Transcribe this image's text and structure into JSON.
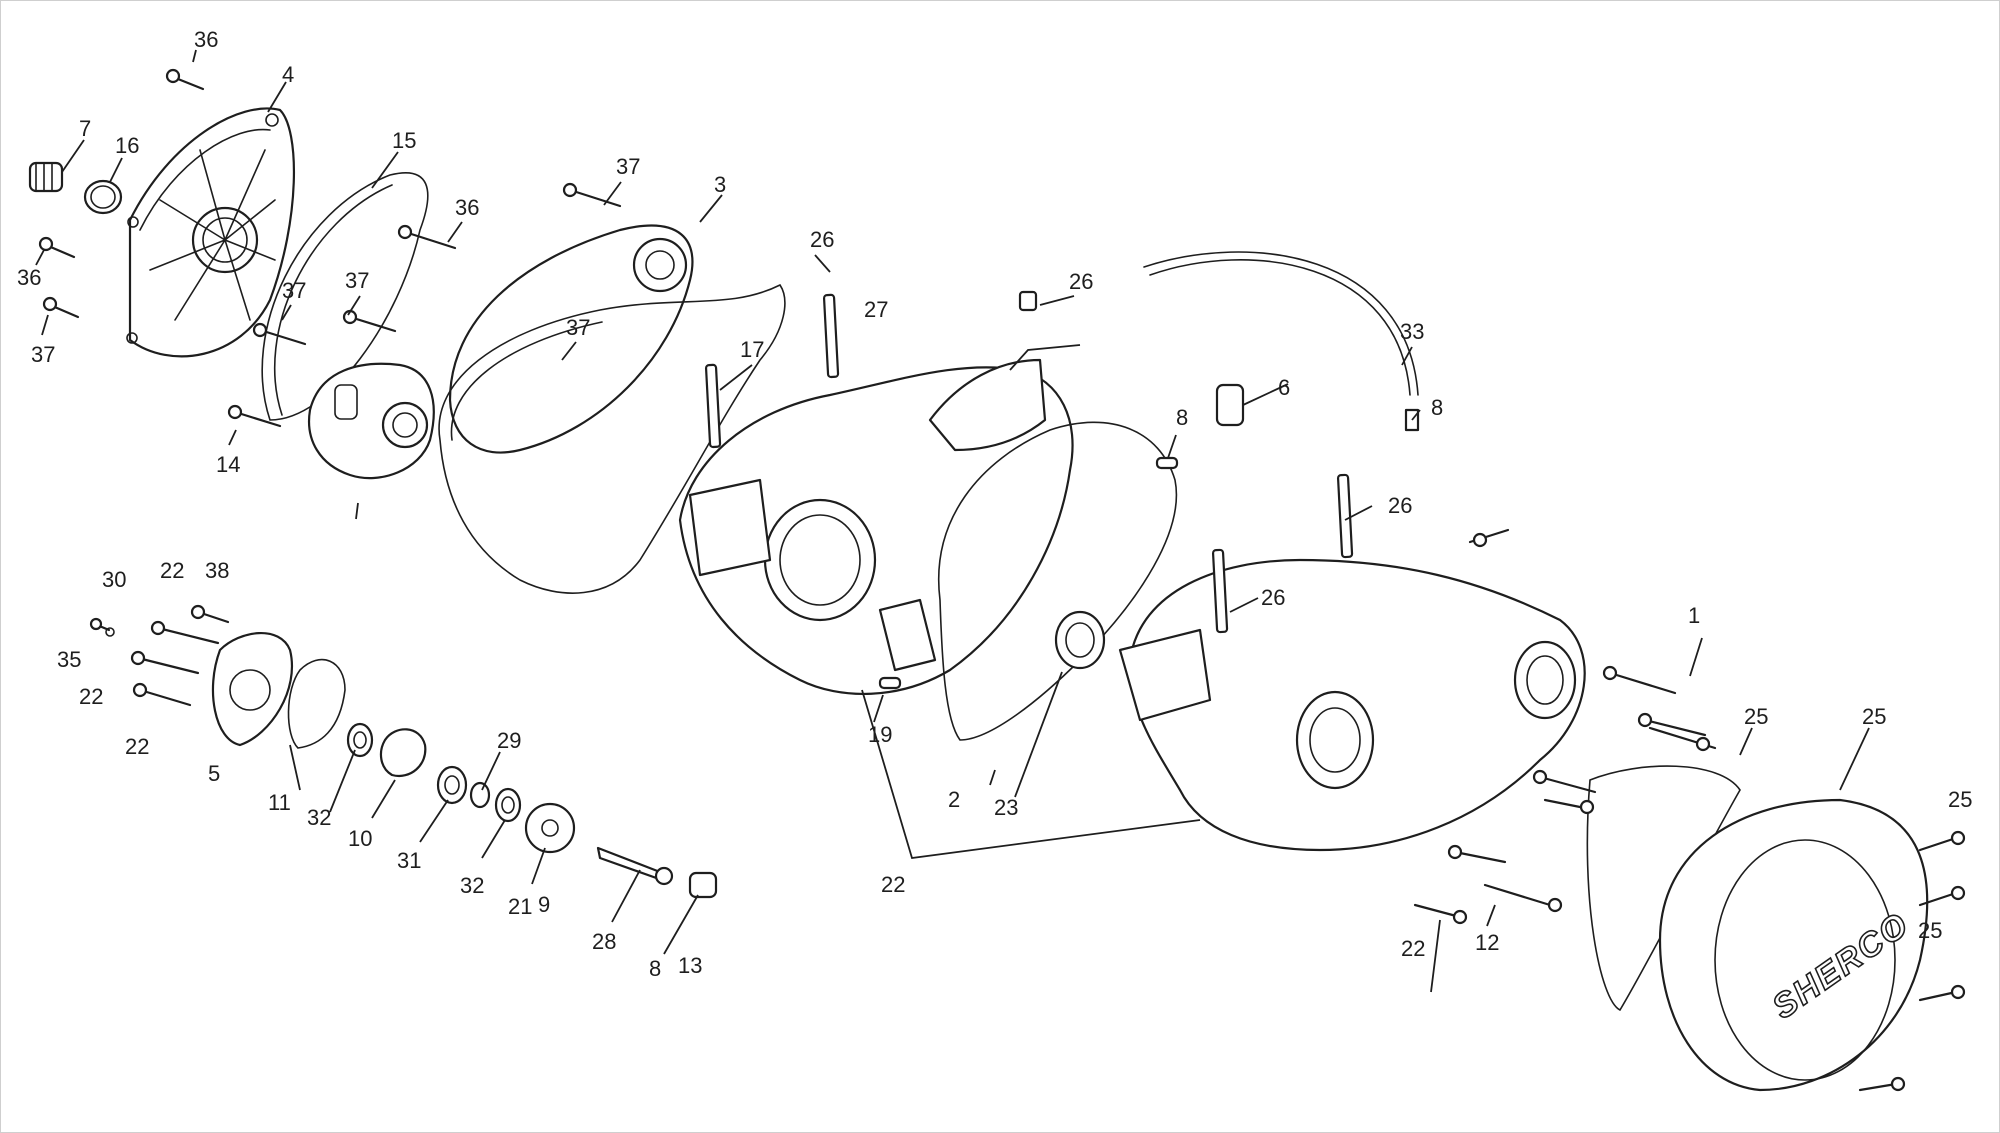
{
  "diagram": {
    "brand_mark": "SHERCO",
    "callouts": [
      "36",
      "4",
      "7",
      "16",
      "15",
      "37",
      "3",
      "36",
      "36",
      "37",
      "37",
      "37",
      "37",
      "14",
      "26",
      "27",
      "26",
      "17",
      "33",
      "6",
      "8",
      "8",
      "26",
      "26",
      "30",
      "22",
      "38",
      "35",
      "22",
      "22",
      "5",
      "11",
      "32",
      "10",
      "31",
      "29",
      "32",
      "21",
      "9",
      "28",
      "8",
      "13",
      "19",
      "2",
      "23",
      "22",
      "22",
      "12",
      "1",
      "25",
      "25",
      "25",
      "25"
    ]
  }
}
